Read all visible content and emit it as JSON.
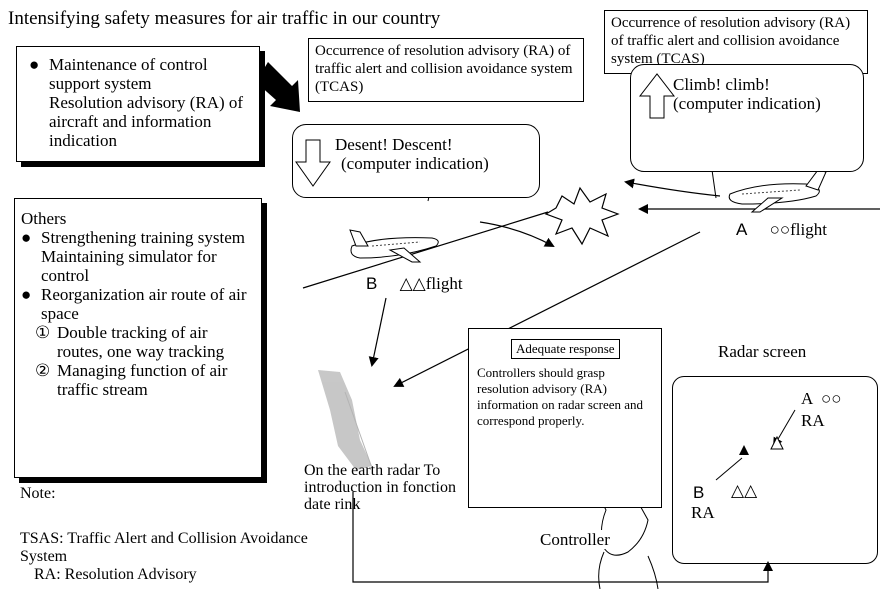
{
  "title": "Intensifying safety measures for air traffic in our country",
  "maintenance_box": {
    "lines": [
      "Maintenance of control support system",
      "Resolution advisory (RA) of aircraft and information indication"
    ]
  },
  "others_box": {
    "header": "Others",
    "item1": "Strengthening training system",
    "item1_sub": "Maintaining simulator for control",
    "item2": "Reorganization air route of air space",
    "sub1_num": "①",
    "sub1": "Double tracking of air routes, one way tracking",
    "sub2_num": "②",
    "sub2": "Managing function of air traffic stream"
  },
  "ra_callout_center": "Occurrence of resolution advisory (RA) of traffic alert and collision avoidance system (TCAS)",
  "ra_callout_right": "Occurrence of resolution advisory (RA) of traffic alert and collision avoidance system (TCAS)",
  "bubble_descent": {
    "line1": "Desent! Descent!",
    "line2": "(computer indication)"
  },
  "bubble_climb": {
    "line1": "Climb! climb!",
    "line2": "(computer indication)"
  },
  "flight_a": {
    "letter": "A",
    "marks": "○○",
    "suffix": "flight"
  },
  "flight_b": {
    "letter": "B",
    "marks": "△△",
    "suffix": "flight"
  },
  "radar_label": "On the earth radar To introduction in fonction date rink",
  "adequate": {
    "title": "Adequate response",
    "body": "Controllers should grasp resolution advisory (RA) information on radar screen and correspond properly."
  },
  "controller_label": "Controller",
  "radar_screen": {
    "label": "Radar screen",
    "a_label": "A",
    "a_marks": "○○",
    "a_ra": "RA",
    "b_label": "B",
    "b_marks": "△△",
    "b_ra": "RA"
  },
  "note": {
    "header": "Note:",
    "line1": "TSAS: Traffic Alert and Collision Avoidance System",
    "line2": "RA: Resolution Advisory"
  }
}
